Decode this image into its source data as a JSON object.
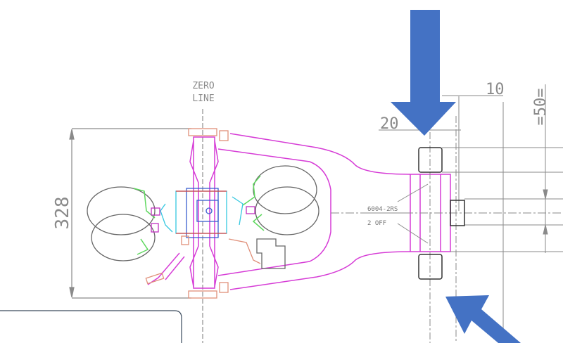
{
  "drawing": {
    "zero_line_label": [
      "ZERO",
      "LINE"
    ],
    "dimensions": {
      "height": "328",
      "offset_20": "20",
      "offset_10": "10",
      "spacing_50": "=50="
    },
    "bearing_note": [
      "6004-2RS",
      "2 OFF"
    ]
  },
  "colors": {
    "arrow": "#4472c4",
    "frame": "#d63cd6",
    "dimension": "#8a8a8a",
    "cyan_parts": "#35c8e0",
    "green_parts": "#5ed85e",
    "orange_parts": "#e0907a",
    "callout_border": "#3a4a5c"
  }
}
